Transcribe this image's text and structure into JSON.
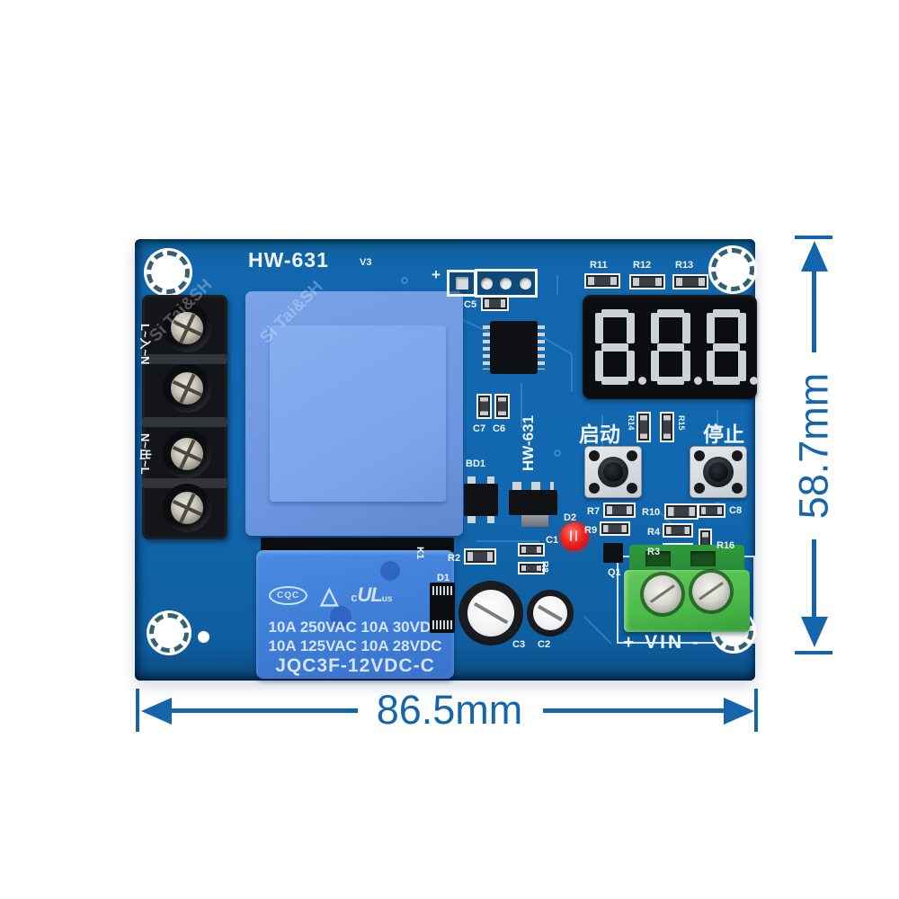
{
  "board": {
    "title": "HW-631",
    "version": "V3",
    "vertical_label": "HW-631",
    "watermark": "Si Tai&SH",
    "terminal_labels": {
      "input": "L~入~N",
      "output": "N~出~L"
    },
    "header_plus": "+",
    "display": {
      "value": "8.8.8.",
      "digits": [
        "8",
        "8",
        "8"
      ],
      "decimal_points": [
        true,
        true,
        true
      ]
    },
    "buttons": {
      "start": "启动",
      "stop": "停止"
    },
    "relay": {
      "designator": "K1",
      "cert_cqc": "CQC",
      "cert_triangle": "△",
      "cert_ul_c": "c",
      "cert_ul": "UL",
      "cert_ul_us": "us",
      "rating_line1": "10A 250VAC 10A 30VDC",
      "rating_line2": "10A 125VAC 10A 28VDC",
      "part_number": "JQC3F-12VDC-C"
    },
    "power_label": "+ VIN -",
    "components": {
      "c5": "C5",
      "r11": "R11",
      "r12": "R12",
      "r13": "R13",
      "c7": "C7",
      "c6": "C6",
      "bd1": "BD1",
      "d2": "D2",
      "r14": "R14",
      "r15": "R15",
      "r7": "R7",
      "r9": "R9",
      "r10": "R10",
      "r4": "R4",
      "r3": "R3",
      "r16": "R16",
      "c8": "C8",
      "q1": "Q1",
      "r2": "R2",
      "c1": "C1",
      "r8": "R8",
      "d1": "D1",
      "c3": "C3",
      "c2": "C2"
    }
  },
  "dimensions": {
    "width_label": "86.5mm",
    "height_label": "58.7mm"
  },
  "colors": {
    "pcb_blue": "#1166ad",
    "dimension_blue": "#1565ac",
    "relay_blue": "#4080d8",
    "transformer_blue": "#7aa2e8",
    "terminal_green": "#4cbb49",
    "led_red": "#ef2320",
    "display_black": "#0b0d10",
    "segment_gray": "#ccd2d8",
    "silkscreen_white": "#f0f6fb"
  }
}
